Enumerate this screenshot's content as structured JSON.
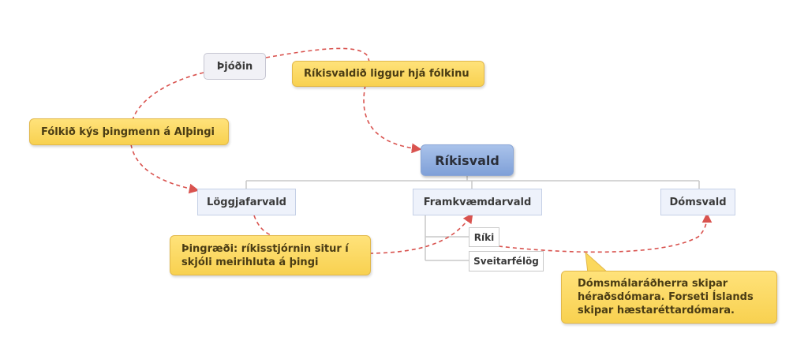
{
  "diagram": {
    "root": "Ríkisvald",
    "people": "Þjóðin",
    "branches": {
      "legislative": "Löggjafarvald",
      "executive": "Framkvæmdarvald",
      "judicial": "Dómsvald"
    },
    "executive_children": {
      "state": "Ríki",
      "municipalities": "Sveitarfélög"
    },
    "callouts": {
      "sovereignty": "Ríkisvaldið liggur hjá fólkinu",
      "election": "Fólkið kýs þingmenn á Alþingi",
      "parliamentarism": "Þingræði: ríkisstjórnin situr í skjóli meirihluta á þingi",
      "judges": "Dómsmálaráðherra skipar héraðsdómara. Forseti Íslands skipar hæstaréttardómara."
    },
    "colors": {
      "root_fill": "#8fadde",
      "callout_fill": "#fbd85c",
      "relation_line": "#d9534f",
      "connector": "#c8c8c8"
    }
  }
}
